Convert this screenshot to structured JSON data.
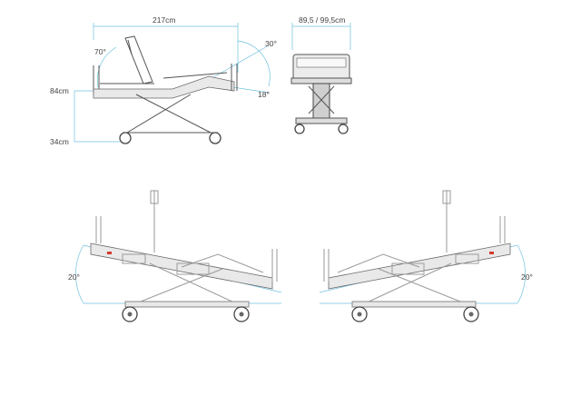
{
  "side_view": {
    "length_label": "217cm",
    "head_angle_label": "70°",
    "leg_angle_label": "30°",
    "foot_angle_label": "18°",
    "max_height_label": "84cm",
    "min_height_label": "34cm"
  },
  "end_view": {
    "width_label": "89,5 / 99,5cm"
  },
  "trendelenburg_view": {
    "angle_label": "20°"
  },
  "reverse_trendelenburg_view": {
    "angle_label": "20°"
  },
  "colors": {
    "dimension_line": "#6fc1df",
    "frame": "#555555",
    "accent": "#d43a2f"
  }
}
